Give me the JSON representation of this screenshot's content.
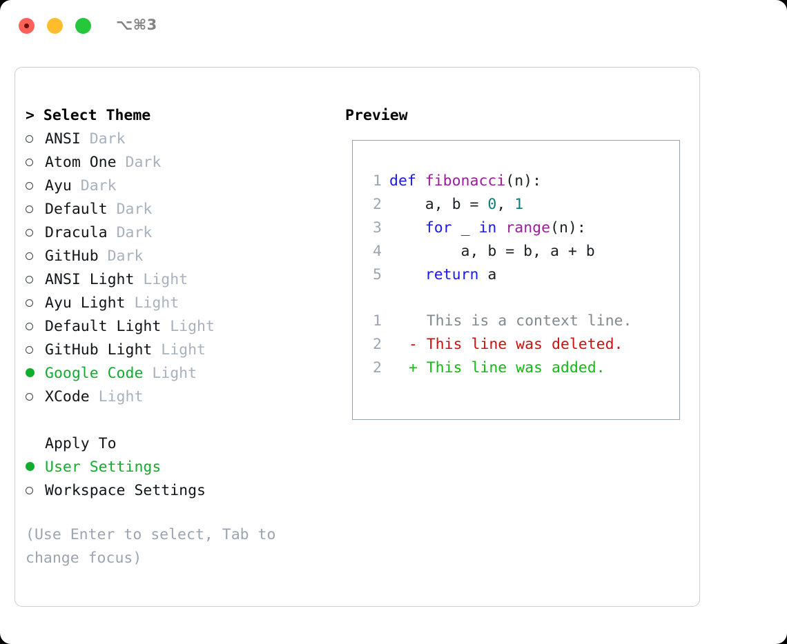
{
  "titlebar": {
    "shortcut": "⌥⌘3",
    "buttons": [
      "close",
      "minimize",
      "maximize"
    ]
  },
  "colors": {
    "selected_green": "#11ad2e",
    "category_gray": "#a8b1be",
    "hint_gray": "#9ba4b1",
    "border_gray": "#c9ccd3",
    "preview_border": "#97a2b0",
    "keyword_blue": "#1a1ae6",
    "function_magenta": "#9c1d9c",
    "number_teal": "#0d7b7b",
    "diff_deleted_red": "#cc1111",
    "diff_added_green": "#11bb11",
    "diff_context_gray": "#808a8f"
  },
  "theme_picker": {
    "prompt": "> ",
    "title": "Select Theme",
    "items": [
      {
        "marker": "o",
        "name": "ANSI",
        "category": "Dark",
        "selected": false
      },
      {
        "marker": "o",
        "name": "Atom One",
        "category": "Dark",
        "selected": false
      },
      {
        "marker": "o",
        "name": "Ayu",
        "category": "Dark",
        "selected": false
      },
      {
        "marker": "o",
        "name": "Default",
        "category": "Dark",
        "selected": false
      },
      {
        "marker": "o",
        "name": "Dracula",
        "category": "Dark",
        "selected": false
      },
      {
        "marker": "o",
        "name": "GitHub",
        "category": "Dark",
        "selected": false
      },
      {
        "marker": "o",
        "name": "ANSI Light",
        "category": "Light",
        "selected": false
      },
      {
        "marker": "o",
        "name": "Ayu Light",
        "category": "Light",
        "selected": false
      },
      {
        "marker": "o",
        "name": "Default Light",
        "category": "Light",
        "selected": false
      },
      {
        "marker": "o",
        "name": "GitHub Light",
        "category": "Light",
        "selected": false
      },
      {
        "marker": "●",
        "name": "Google Code",
        "category": "Light",
        "selected": true
      },
      {
        "marker": "o",
        "name": "XCode",
        "category": "Light",
        "selected": false
      }
    ]
  },
  "apply_to": {
    "title": "Apply To",
    "items": [
      {
        "marker": "●",
        "name": "User Settings",
        "selected": true
      },
      {
        "marker": "o",
        "name": "Workspace Settings",
        "selected": false
      }
    ]
  },
  "hint": "(Use Enter to select, Tab to change focus)",
  "preview": {
    "title": "Preview",
    "code_lines": [
      {
        "number": "1",
        "tokens": [
          {
            "text": "def ",
            "type": "kw"
          },
          {
            "text": "fibonacci",
            "type": "fn"
          },
          {
            "text": "(n):",
            "type": "pl"
          }
        ]
      },
      {
        "number": "2",
        "tokens": [
          {
            "text": "    a, b = ",
            "type": "pl"
          },
          {
            "text": "0",
            "type": "num"
          },
          {
            "text": ", ",
            "type": "pl"
          },
          {
            "text": "1",
            "type": "num"
          }
        ]
      },
      {
        "number": "3",
        "tokens": [
          {
            "text": "    ",
            "type": "pl"
          },
          {
            "text": "for",
            "type": "kw"
          },
          {
            "text": " _ ",
            "type": "pl"
          },
          {
            "text": "in",
            "type": "kw"
          },
          {
            "text": " ",
            "type": "pl"
          },
          {
            "text": "range",
            "type": "fn"
          },
          {
            "text": "(n):",
            "type": "pl"
          }
        ]
      },
      {
        "number": "4",
        "tokens": [
          {
            "text": "        a, b = b, a + b",
            "type": "pl"
          }
        ]
      },
      {
        "number": "5",
        "tokens": [
          {
            "text": "    ",
            "type": "pl"
          },
          {
            "text": "return",
            "type": "kw"
          },
          {
            "text": " a",
            "type": "pl"
          }
        ]
      }
    ],
    "diff_lines": [
      {
        "number": "1",
        "sign": " ",
        "text": "This is a context line.",
        "type": "ctx"
      },
      {
        "number": "2",
        "sign": "-",
        "text": "This line was deleted.",
        "type": "del"
      },
      {
        "number": "2",
        "sign": "+",
        "text": "This line was added.",
        "type": "add"
      }
    ]
  }
}
